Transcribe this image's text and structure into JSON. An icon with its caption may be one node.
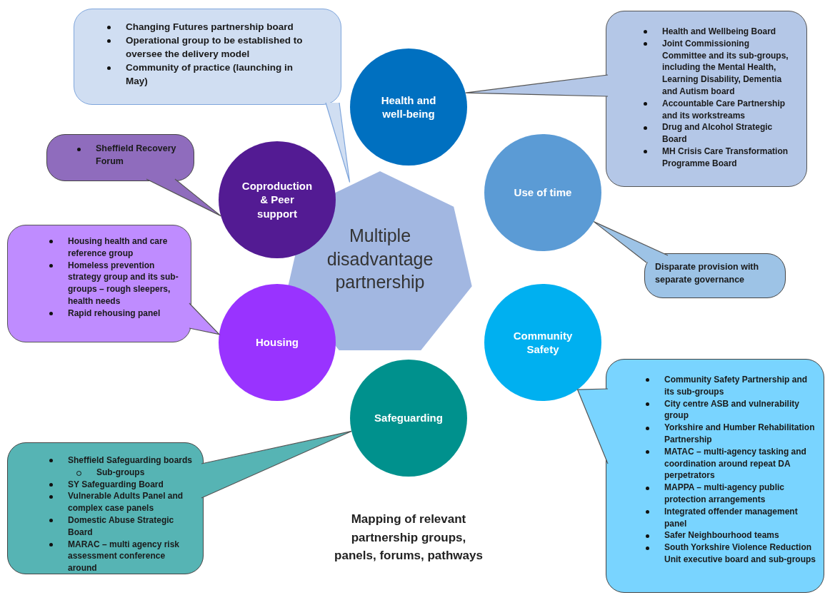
{
  "diagram": {
    "caption": "Mapping of relevant partnership groups, panels, forums, pathways",
    "nodes": [
      {
        "text": [
          "Multiple disadvantage partnership"
        ]
      },
      {
        "text": [
          "Health and well-being"
        ]
      },
      {
        "text": [
          "Use of time"
        ]
      },
      {
        "text": [
          "Community Safety"
        ]
      },
      {
        "text": [
          "Safeguarding"
        ]
      },
      {
        "text": [
          "Housing"
        ]
      },
      {
        "text": [
          "Coproduction & Peer support"
        ]
      },
      {
        "text": [
          "Changing Futures partnership board",
          "Operational group to be established to oversee the delivery model",
          "Community of practice (launching in May)"
        ]
      },
      {
        "text": [
          "Health and Wellbeing Board",
          "Joint Commissioning Committee and its sub-groups, including the Mental Health, Learning Disability, Dementia and Autism board",
          "Accountable Care Partnership and its workstreams",
          "Drug and Alcohol Strategic Board",
          "MH Crisis Care Transformation Programme Board"
        ]
      },
      {
        "text": [
          "Sheffield Recovery Forum"
        ]
      },
      {
        "text": [
          "Disparate provision with separate governance"
        ]
      },
      {
        "text": [
          "Housing health and care reference group",
          "Homeless prevention strategy group and its sub-groups – rough sleepers, health needs",
          "Rapid rehousing panel"
        ]
      },
      {
        "text": [
          "Sheffield Safeguarding boards",
          "Sub-groups",
          "SY Safeguarding Board",
          "Vulnerable Adults Panel and complex case panels",
          "Domestic Abuse Strategic Board",
          "MARAC – multi agency risk assessment conference around"
        ]
      },
      {
        "text": [
          "Community Safety Partnership and its sub-groups",
          "City centre ASB and vulnerability group",
          "Yorkshire and Humber Rehabilitation Partnership",
          "MATAC – multi-agency tasking and coordination around repeat DA perpetrators",
          "MAPPA – multi-agency public protection arrangements",
          "Integrated offender management panel",
          "Safer Neighbourhood teams",
          "South Yorkshire Violence Reduction Unit executive board and sub-groups"
        ]
      }
    ],
    "edges": [
      {
        "from": 7,
        "to": 0,
        "arrow": "none",
        "color": "#7fa6dc"
      },
      {
        "from": 8,
        "to": 1,
        "arrow": "none"
      },
      {
        "from": 9,
        "to": 6,
        "arrow": "none"
      },
      {
        "from": 10,
        "to": 2,
        "arrow": "none"
      },
      {
        "from": 11,
        "to": 5,
        "arrow": "none"
      },
      {
        "from": 12,
        "to": 4,
        "arrow": "none"
      },
      {
        "from": 13,
        "to": 3,
        "arrow": "none"
      }
    ]
  }
}
